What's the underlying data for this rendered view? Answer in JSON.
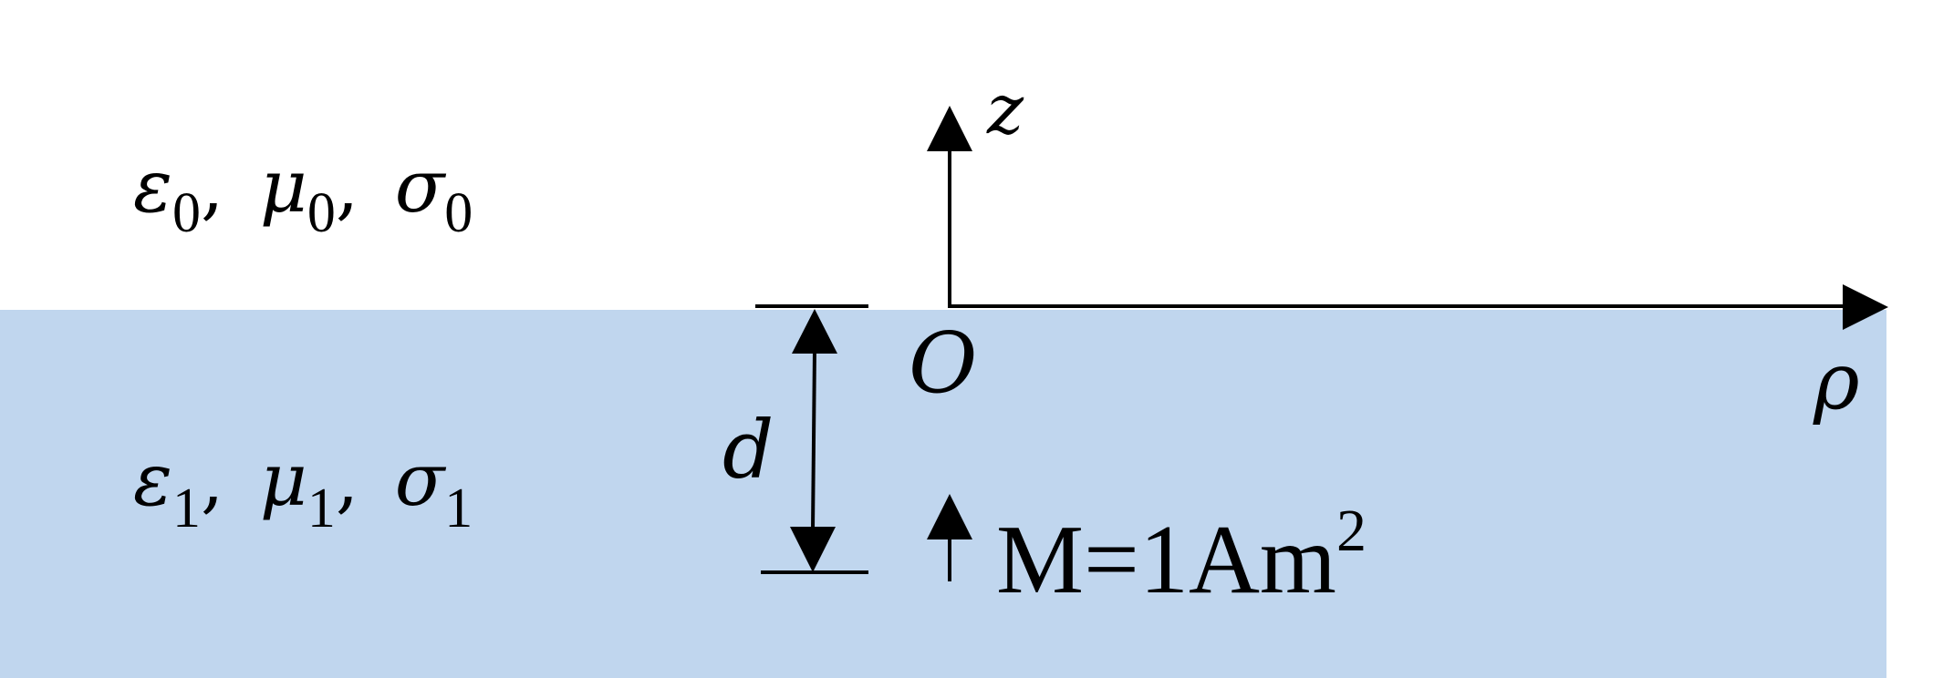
{
  "colors": {
    "lower_medium": "#c0d6ee",
    "upper_medium": "#ffffff",
    "ink": "#000000"
  },
  "upper_medium": {
    "epsilon": "ε",
    "mu": "μ",
    "sigma": "σ",
    "subscript": "0",
    "separator": ","
  },
  "lower_medium": {
    "epsilon": "ε",
    "mu": "μ",
    "sigma": "σ",
    "subscript": "1",
    "separator": ","
  },
  "axes": {
    "z_label": "z",
    "rho_label": "ρ",
    "origin_label": "O"
  },
  "depth_label": "d",
  "source": {
    "label": "M=1Am",
    "exponent": "2"
  }
}
